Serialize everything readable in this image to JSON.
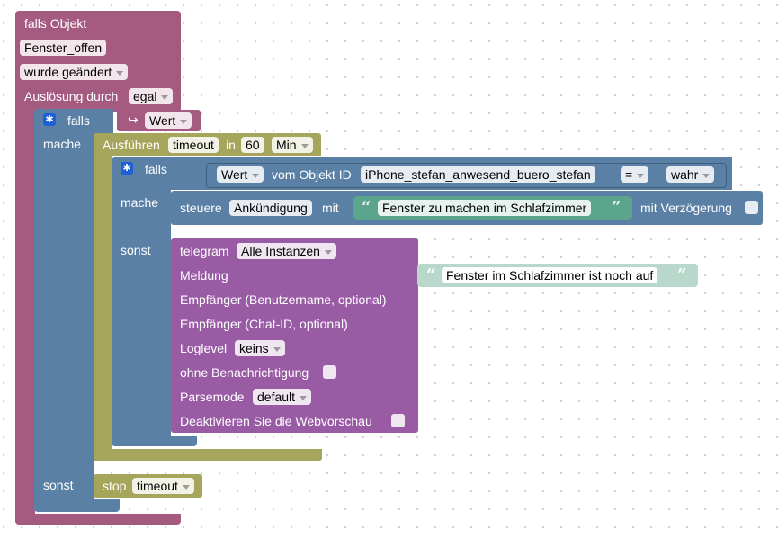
{
  "trigger": {
    "title": "falls Objekt",
    "object_name": "Fenster_offen",
    "change_mode": "wurde geändert",
    "trigger_label": "Auslösung durch",
    "trigger_value": "egal"
  },
  "outer_if": {
    "if_label": "falls",
    "then_label": "mache",
    "else_label": "sonst",
    "condition_value": "Wert"
  },
  "timeout": {
    "execute_label": "Ausführen",
    "name": "timeout",
    "in_label": "in",
    "amount": "60",
    "unit": "Min"
  },
  "inner_if": {
    "if_label": "falls",
    "then_label": "mache",
    "else_label": "sonst",
    "value_label": "Wert",
    "from_object_label": "vom Objekt ID",
    "object_id": "iPhone_stefan_anwesend_buero_stefan",
    "operator": "=",
    "compare_value": "wahr"
  },
  "control": {
    "label": "steuere",
    "target": "Ankündigung",
    "with_label": "mit",
    "text": "Fenster zu machen im Schlafzimmer",
    "delay_label": "mit Verzögerung"
  },
  "telegram": {
    "label": "telegram",
    "instance": "Alle Instanzen",
    "message_label": "Meldung",
    "message_text": "Fenster im Schlafzimmer ist noch auf",
    "recipient_user_label": "Empfänger (Benutzername, optional)",
    "recipient_chat_label": "Empfänger (Chat-ID, optional)",
    "loglevel_label": "Loglevel",
    "loglevel_value": "keins",
    "silent_label": "ohne Benachrichtigung",
    "parsemode_label": "Parsemode",
    "parsemode_value": "default",
    "disable_preview_label": "Deaktivieren Sie die Webvorschau"
  },
  "stop": {
    "label": "stop",
    "name": "timeout"
  },
  "colors": {
    "event": "#a55b80",
    "logic": "#5b80a5",
    "timer": "#a5a55b",
    "telegram": "#9a5ba5",
    "text": "#5ba58c"
  }
}
